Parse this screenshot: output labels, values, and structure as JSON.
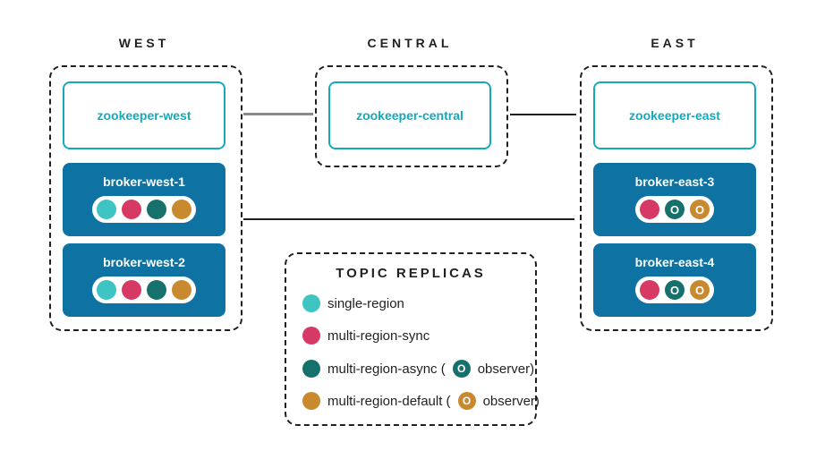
{
  "colors": {
    "teal": "#3fc4c4",
    "pink": "#d63a64",
    "dark_teal": "#16706b",
    "orange": "#c98a2f",
    "broker_blue": "#0e72a3",
    "zookeeper_teal": "#14a9bc",
    "line_gray": "#8a8a8a",
    "line_black": "#231f20"
  },
  "regions": [
    {
      "label": "WEST",
      "zookeeper": {
        "label": "zookeeper-west"
      },
      "brokers": [
        {
          "label": "broker-west-1",
          "replicas": [
            {
              "color": "teal"
            },
            {
              "color": "pink"
            },
            {
              "color": "dark_teal"
            },
            {
              "color": "orange"
            }
          ]
        },
        {
          "label": "broker-west-2",
          "replicas": [
            {
              "color": "teal"
            },
            {
              "color": "pink"
            },
            {
              "color": "dark_teal"
            },
            {
              "color": "orange"
            }
          ]
        }
      ]
    },
    {
      "label": "CENTRAL",
      "zookeeper": {
        "label": "zookeeper-central"
      },
      "brokers": []
    },
    {
      "label": "EAST",
      "zookeeper": {
        "label": "zookeeper-east"
      },
      "brokers": [
        {
          "label": "broker-east-3",
          "replicas": [
            {
              "color": "pink"
            },
            {
              "color": "dark_teal",
              "glyph": "O"
            },
            {
              "color": "orange",
              "glyph": "O"
            }
          ]
        },
        {
          "label": "broker-east-4",
          "replicas": [
            {
              "color": "pink"
            },
            {
              "color": "dark_teal",
              "glyph": "O"
            },
            {
              "color": "orange",
              "glyph": "O"
            }
          ]
        }
      ]
    }
  ],
  "legend": {
    "title": "TOPIC REPLICAS",
    "items": [
      {
        "label": "single-region",
        "color": "teal"
      },
      {
        "label": "multi-region-sync",
        "color": "pink"
      },
      {
        "label": "multi-region-async (",
        "color": "dark_teal",
        "observer_glyph": "O",
        "observer_suffix": "observer)"
      },
      {
        "label": "multi-region-default (",
        "color": "orange",
        "observer_glyph": "O",
        "observer_suffix": "observer)"
      }
    ]
  }
}
